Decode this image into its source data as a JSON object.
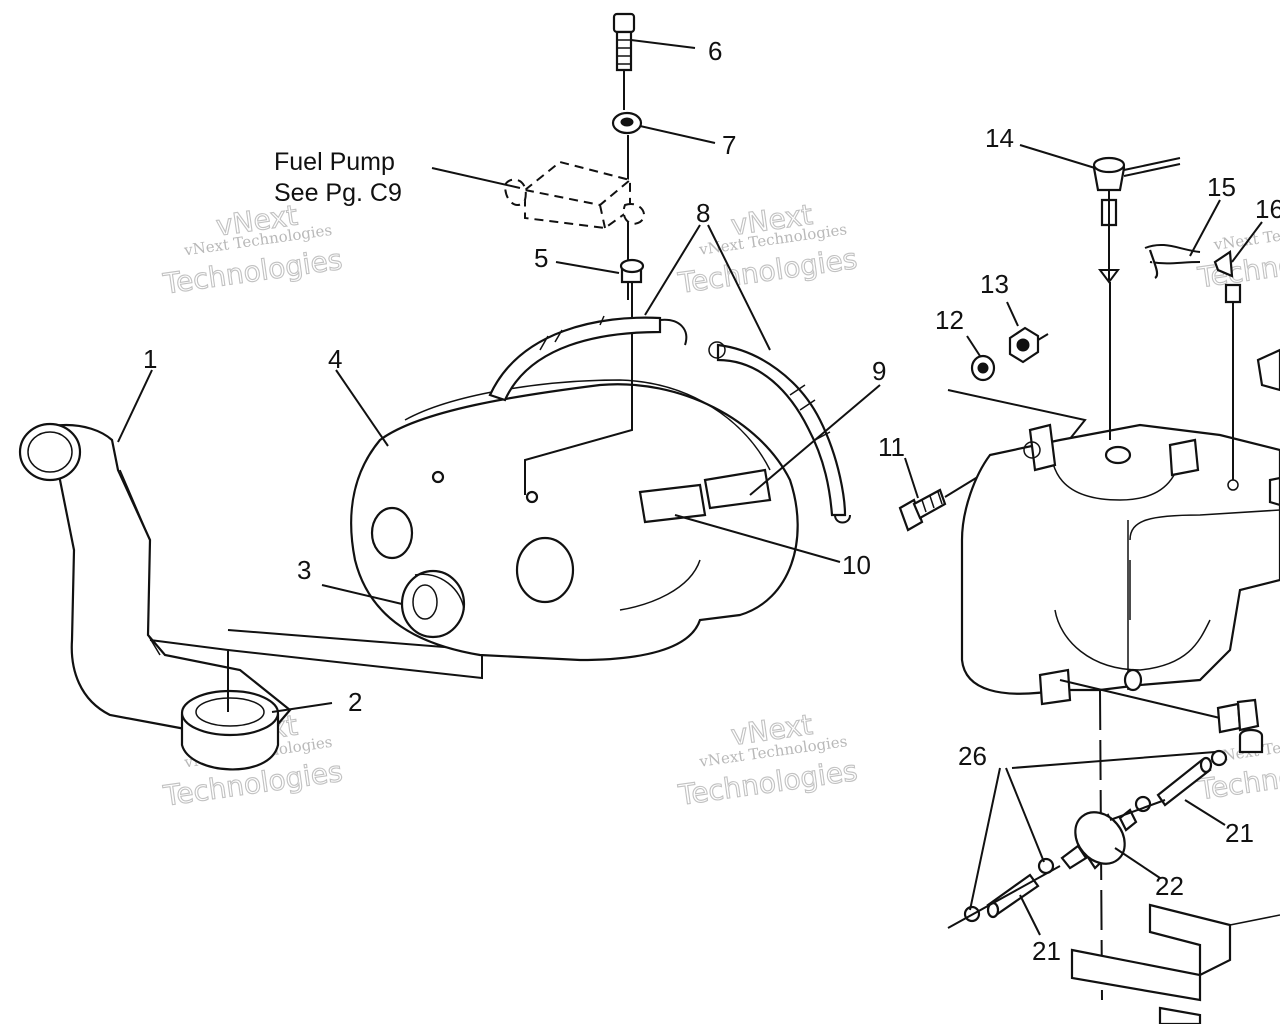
{
  "note": {
    "line1": "Fuel Pump",
    "line2": "See Pg. C9"
  },
  "callouts": {
    "c1": "1",
    "c2": "2",
    "c3": "3",
    "c4": "4",
    "c5": "5",
    "c6": "6",
    "c7": "7",
    "c8": "8",
    "c9": "9",
    "c10": "10",
    "c11": "11",
    "c12": "12",
    "c13": "13",
    "c14": "14",
    "c15": "15",
    "c16": "16",
    "c21a": "21",
    "c21b": "21",
    "c22": "22",
    "c26": "26"
  },
  "watermark": {
    "small": "vNext Technologies",
    "big_top": "vNext",
    "big_bottom": "Technologies"
  },
  "colors": {
    "ink": "#111111",
    "watermark": "#c2c2c2",
    "background": "#ffffff"
  }
}
